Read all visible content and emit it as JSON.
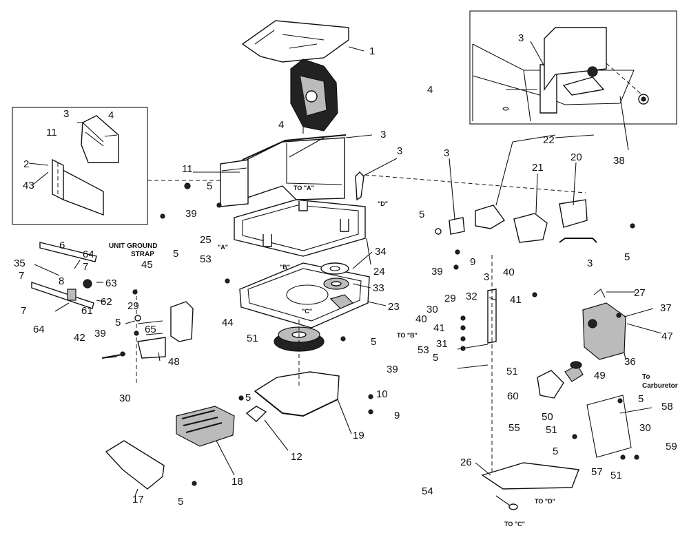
{
  "labels": {
    "p1": "1",
    "p2": "2",
    "p3": "3",
    "p4": "4",
    "p5": "5",
    "p6": "6",
    "p7": "7",
    "p8": "8",
    "p9": "9",
    "p10": "10",
    "p11": "11",
    "p12": "12",
    "p17": "17",
    "p18": "18",
    "p19": "19",
    "p20": "20",
    "p21": "21",
    "p22": "22",
    "p23": "23",
    "p24": "24",
    "p25": "25",
    "p26": "26",
    "p27": "27",
    "p29": "29",
    "p30": "30",
    "p31": "31",
    "p32": "32",
    "p33": "33",
    "p34": "34",
    "p35": "35",
    "p36": "36",
    "p37": "37",
    "p38": "38",
    "p39": "39",
    "p40": "40",
    "p41": "41",
    "p42": "42",
    "p43": "43",
    "p44": "44",
    "p45": "45",
    "p47": "47",
    "p48": "48",
    "p49": "49",
    "p50": "50",
    "p51": "51",
    "p53": "53",
    "p54": "54",
    "p55": "55",
    "p57": "57",
    "p58": "58",
    "p59": "59",
    "p60": "60",
    "p61": "61",
    "p62": "62",
    "p63": "63",
    "p64": "64",
    "p65": "65"
  },
  "refs": {
    "to_a": "TO \"A\"",
    "a": "\"A\"",
    "b": "\"B\"",
    "c": "\"C\"",
    "d": "\"D\"",
    "to_b": "TO \"B\"",
    "to_c": "TO \"C\"",
    "to_d": "TO \"D\""
  },
  "captions": {
    "ground_1": "UNIT GROUND",
    "ground_2": "STRAP",
    "carb_1": "To",
    "carb_2": "Carburetor"
  }
}
